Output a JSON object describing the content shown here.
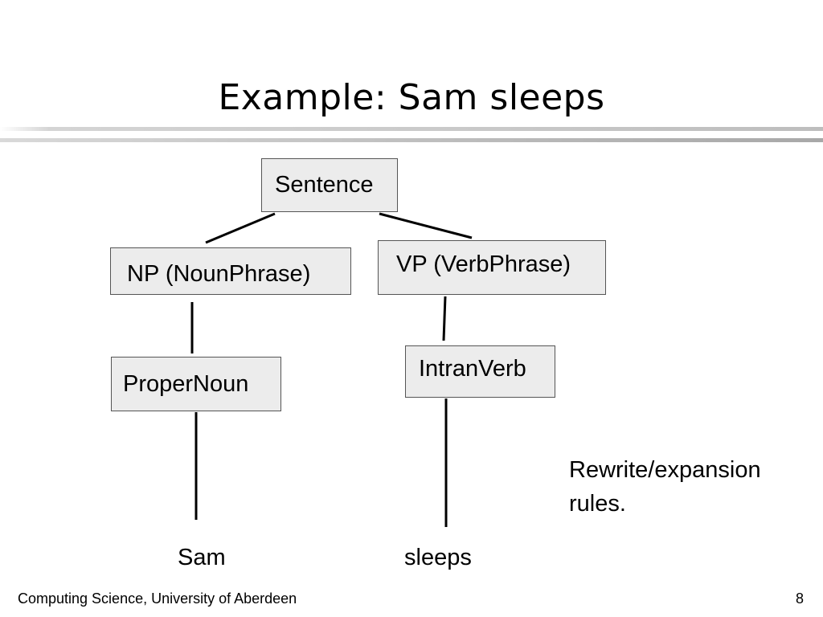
{
  "slide": {
    "title": "Example: Sam sleeps"
  },
  "tree": {
    "root": "Sentence",
    "np": "NP (NounPhrase)",
    "vp": "VP (VerbPhrase)",
    "proper_noun": "ProperNoun",
    "intran_verb": "IntranVerb",
    "leaf_np": "Sam",
    "leaf_vp": "sleeps"
  },
  "note": {
    "line1": "Rewrite/expansion",
    "line2": "rules."
  },
  "footer": {
    "source": "Computing Science, University of Aberdeen",
    "page_number": "8"
  }
}
